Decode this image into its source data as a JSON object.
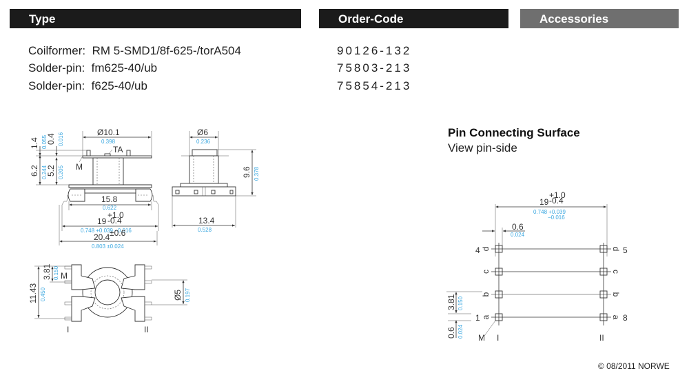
{
  "headers": {
    "type": "Type",
    "order_code": "Order-Code",
    "accessories": "Accessories"
  },
  "items": [
    {
      "label": "Coilformer:",
      "type": "RM 5-SMD1/8f-625-/torA504",
      "order_code": "90126-132"
    },
    {
      "label": "Solder-pin:",
      "type": "fm625-40/ub",
      "order_code": "75803-213"
    },
    {
      "label": "Solder-pin:",
      "type": "f625-40/ub",
      "order_code": "75854-213"
    }
  ],
  "pin_surface": {
    "title": "Pin Connecting Surface",
    "subtitle": "View pin-side",
    "dims": {
      "width_mm": "19",
      "width_tol_plus": "+1.0",
      "width_tol_minus": "-0.4",
      "width_in": "0.748 +0.039",
      "width_in_minus": "−0.016",
      "pin_size_mm": "0.6",
      "pin_size_in": "0.024",
      "pitch_mm": "3.81",
      "pitch_in": "0.150",
      "offset_mm": "0.6",
      "offset_in": "0.024"
    },
    "left_pins": [
      "4",
      "d",
      "c",
      "b",
      "1",
      "a"
    ],
    "right_pins": [
      "d",
      "5",
      "c",
      "b",
      "a",
      "8"
    ],
    "row_labels": {
      "left": "I",
      "right": "II"
    },
    "marker": "M"
  },
  "drawing_front": {
    "dia_mm": "Ø10.1",
    "dia_in": "0.398",
    "h1_mm": "1.4",
    "h1_in": "0.055",
    "h2_mm": "0.4",
    "h2_in": "0.016",
    "h3_mm": "6.2",
    "h3_in": "0.244",
    "h4_mm": "5.2",
    "h4_in": "0.205",
    "marker_m": "M",
    "marker_ta": "TA",
    "w1_mm": "15.8",
    "w1_in": "0.622",
    "w2_mm": "19",
    "w2_tol_plus": "+1.0",
    "w2_tol_minus": "-0.4",
    "w2_in": "0.748 +0.039 −0.016",
    "w3_mm": "20.4",
    "w3_tol": "±0.6",
    "w3_in": "0.803 ±0.024"
  },
  "drawing_side": {
    "dia_mm": "Ø6",
    "dia_in": "0.236",
    "height_mm": "9.6",
    "height_in": "0.378",
    "width_mm": "13.4",
    "width_in": "0.528"
  },
  "drawing_top": {
    "span_mm": "11.43",
    "span_in": "0.450",
    "pitch_mm": "3.81",
    "pitch_in": "0.150",
    "bore_mm": "Ø5",
    "bore_in": "0.197",
    "marker_m": "M",
    "label_left": "I",
    "label_right": "II"
  },
  "footer": {
    "copyright": "© 08/2011 NORWE"
  }
}
